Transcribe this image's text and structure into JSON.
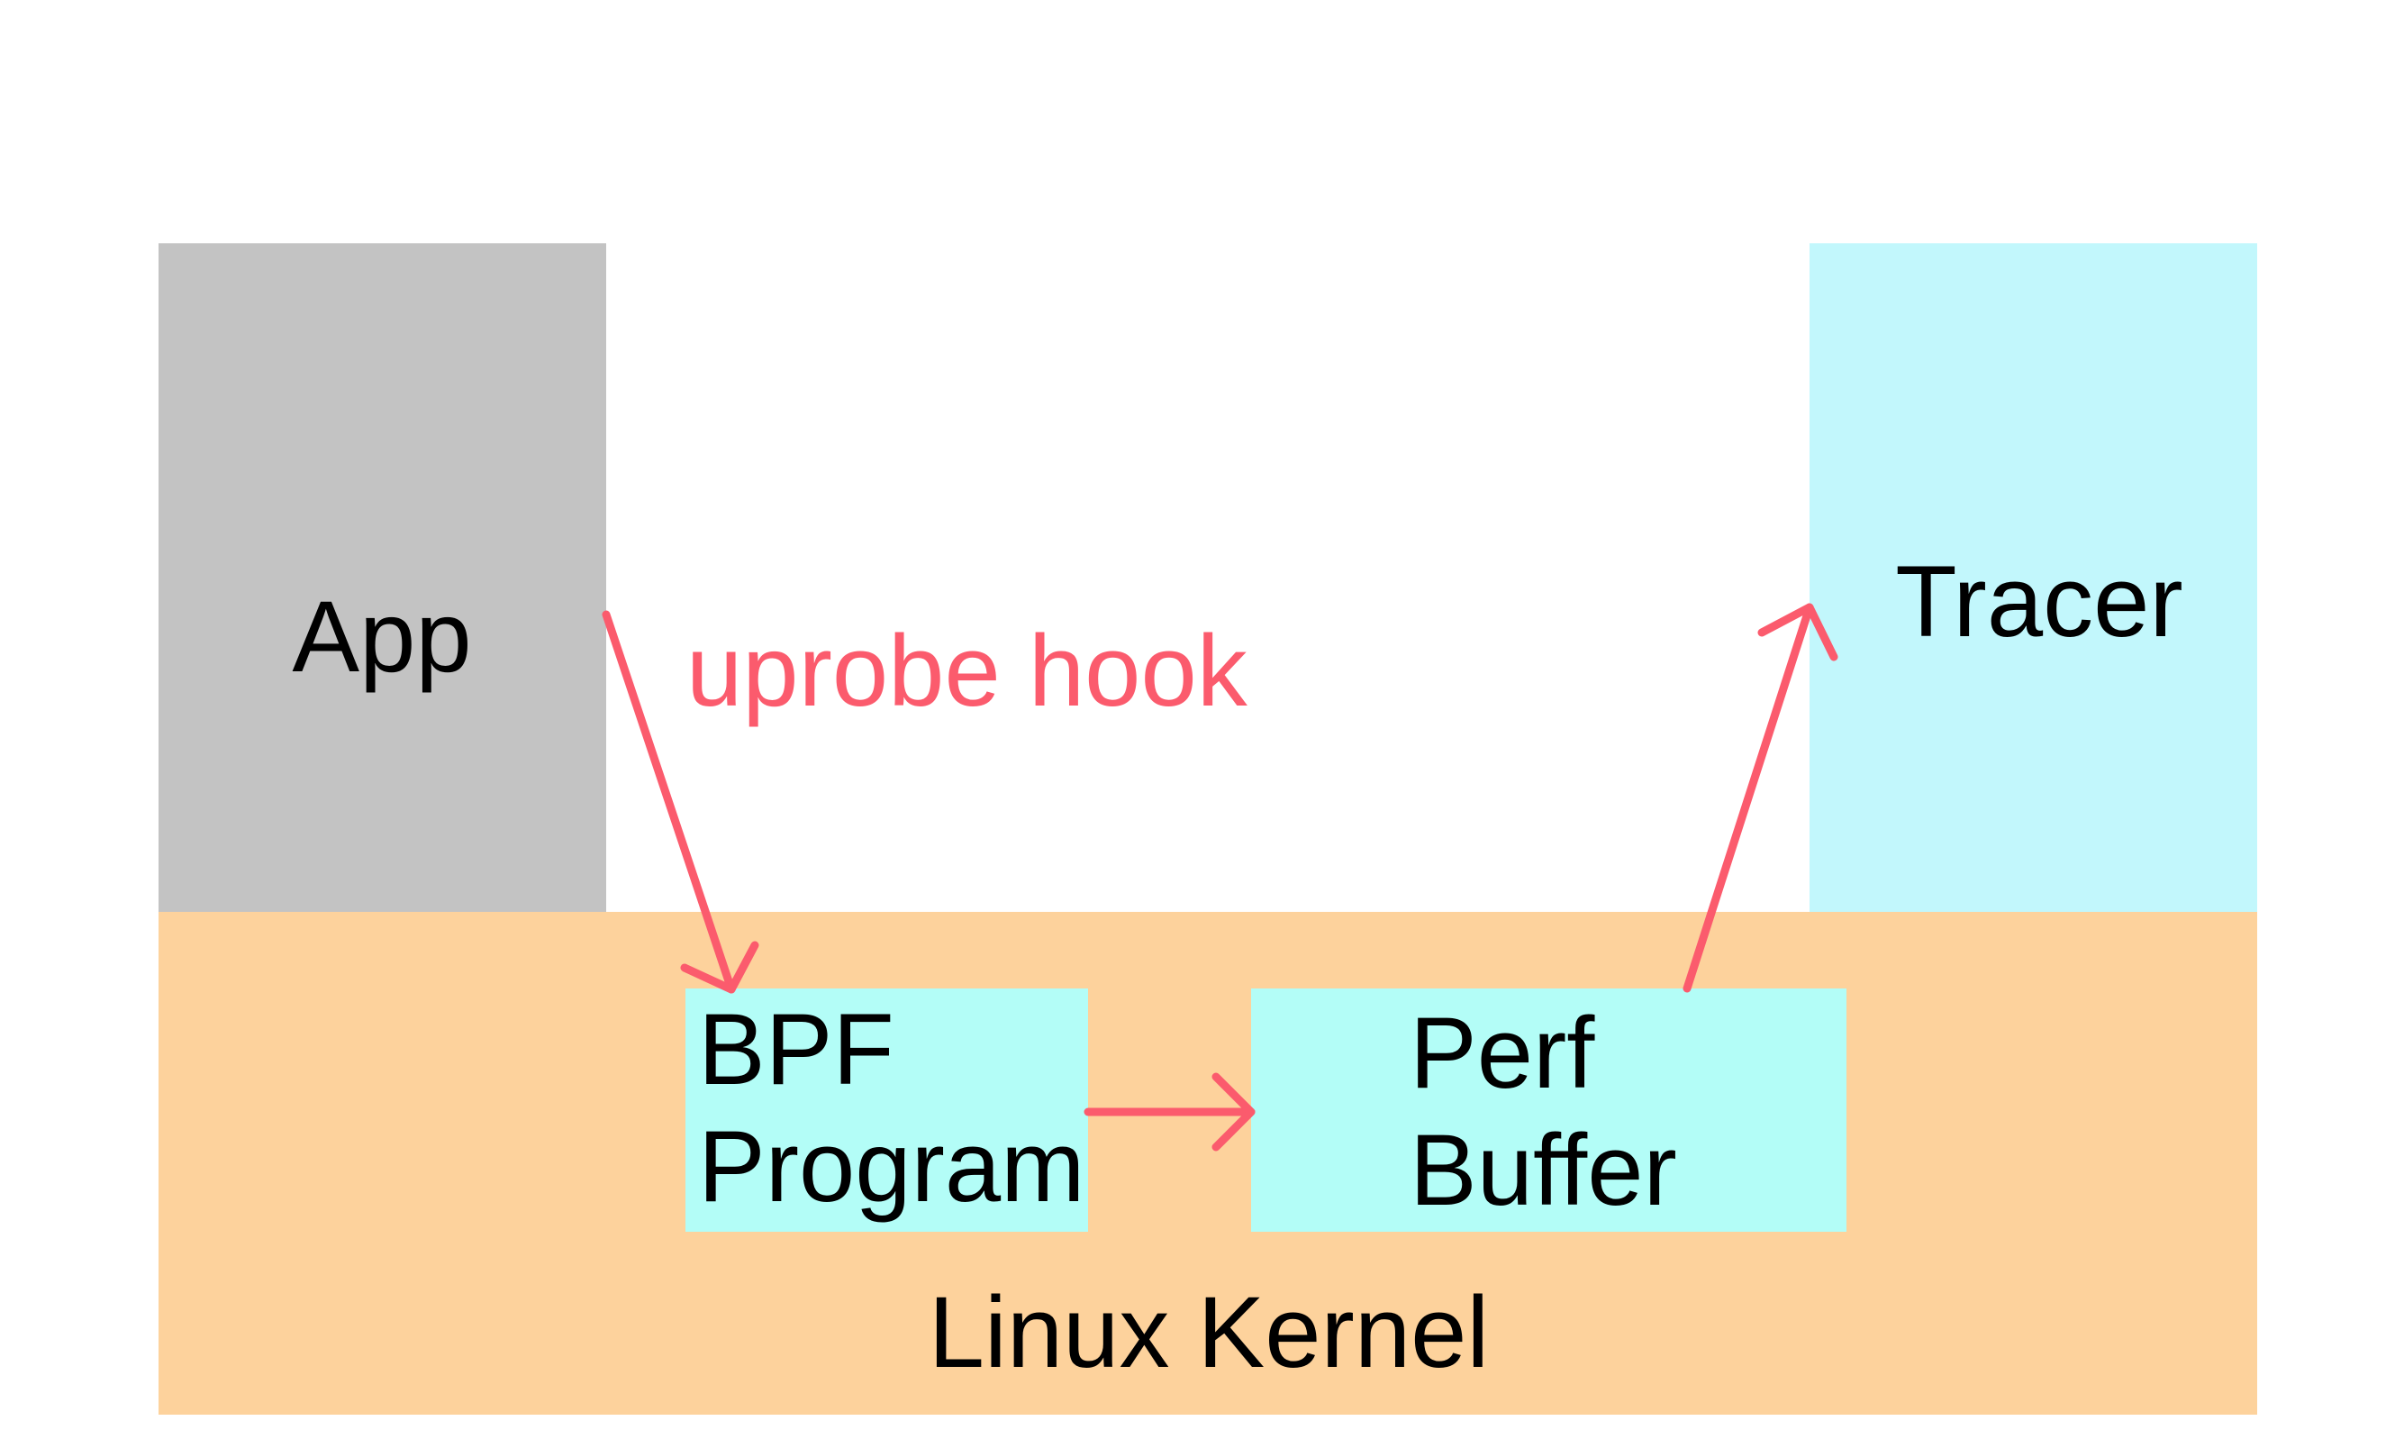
{
  "colors": {
    "app_box": "#c3c3c3",
    "tracer_box": "#c2f7fc",
    "kernel_region": "#fdd29c",
    "inner_box": "#b3fdf7",
    "arrow": "#fb5b6d",
    "text": "#000000"
  },
  "labels": {
    "app": "App",
    "tracer": "Tracer",
    "uprobe_hook": "uprobe hook",
    "bpf_program_line1": "BPF",
    "bpf_program_line2": "Program",
    "perf_buffer_line1": "Perf",
    "perf_buffer_line2": "Buffer",
    "linux_kernel": "Linux Kernel"
  }
}
